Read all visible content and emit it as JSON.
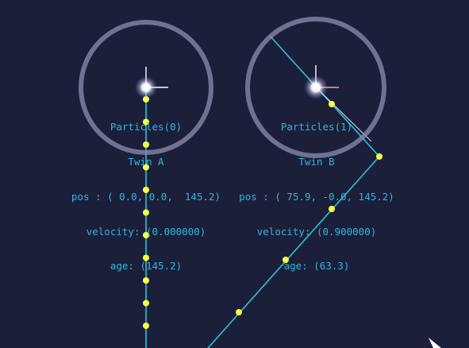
{
  "particles": [
    {
      "header": "Particles(0)",
      "name": "Twin A",
      "pos": "pos : ( 0.0, 0.0,  145.2)",
      "velocity": "velocity: (0.000000)",
      "age": "age: (145.2)"
    },
    {
      "header": "Particles(1)",
      "name": "Twin B",
      "pos": "pos : ( 75.9, -0.0, 145.2)",
      "velocity": "velocity: (0.900000)",
      "age": "age: (63.3)"
    }
  ],
  "colors": {
    "background": "#1c1f3a",
    "worldline": "#25c6dc",
    "event_dot": "#ffff44",
    "ring": "#8b8fae",
    "label": "#2fb6df",
    "light_ray": "#e8eaff",
    "axis_tick": "#ff9a9a"
  },
  "icons": [
    "glow-star-icon",
    "cursor-arrow-icon"
  ]
}
